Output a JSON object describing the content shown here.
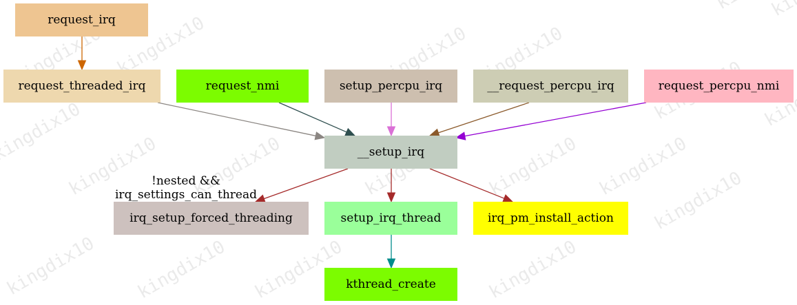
{
  "watermark": "kingdix10",
  "nodes": {
    "request_irq": {
      "label": "request_irq",
      "color": "#EEC591"
    },
    "request_threaded_irq": {
      "label": "request_threaded_irq",
      "color": "#EED8AE"
    },
    "request_nmi": {
      "label": "request_nmi",
      "color": "#7CFC00"
    },
    "setup_percpu_irq": {
      "label": "setup_percpu_irq",
      "color": "#CDBFAF"
    },
    "__request_percpu_irq": {
      "label": "__request_percpu_irq",
      "color": "#CDCDB4"
    },
    "request_percpu_nmi": {
      "label": "request_percpu_nmi",
      "color": "#FFB6C1"
    },
    "__setup_irq": {
      "label": "__setup_irq",
      "color": "#C1CDC1"
    },
    "irq_setup_forced_threading": {
      "label": "irq_setup_forced_threading",
      "color": "#CDC1BE"
    },
    "setup_irq_thread": {
      "label": "setup_irq_thread",
      "color": "#9AFF9A"
    },
    "irq_pm_install_action": {
      "label": "irq_pm_install_action",
      "color": "#FFFF00"
    },
    "kthread_create": {
      "label": "kthread_create",
      "color": "#7CFC00"
    }
  },
  "edges": [
    {
      "from": "request_irq",
      "to": "request_threaded_irq",
      "color": "#CD6600"
    },
    {
      "from": "request_threaded_irq",
      "to": "__setup_irq",
      "color": "#8B8682"
    },
    {
      "from": "request_nmi",
      "to": "__setup_irq",
      "color": "#2F4F4F"
    },
    {
      "from": "setup_percpu_irq",
      "to": "__setup_irq",
      "color": "#DA70D6"
    },
    {
      "from": "__request_percpu_irq",
      "to": "__setup_irq",
      "color": "#8B5A2B"
    },
    {
      "from": "request_percpu_nmi",
      "to": "__setup_irq",
      "color": "#9400D3"
    },
    {
      "from": "__setup_irq",
      "to": "irq_setup_forced_threading",
      "color": "#A52A2A",
      "label_line1": "!nested &&",
      "label_line2": "irq_settings_can_thread"
    },
    {
      "from": "__setup_irq",
      "to": "setup_irq_thread",
      "color": "#A52A2A"
    },
    {
      "from": "__setup_irq",
      "to": "irq_pm_install_action",
      "color": "#A52A2A"
    },
    {
      "from": "setup_irq_thread",
      "to": "kthread_create",
      "color": "#008B8B"
    }
  ]
}
